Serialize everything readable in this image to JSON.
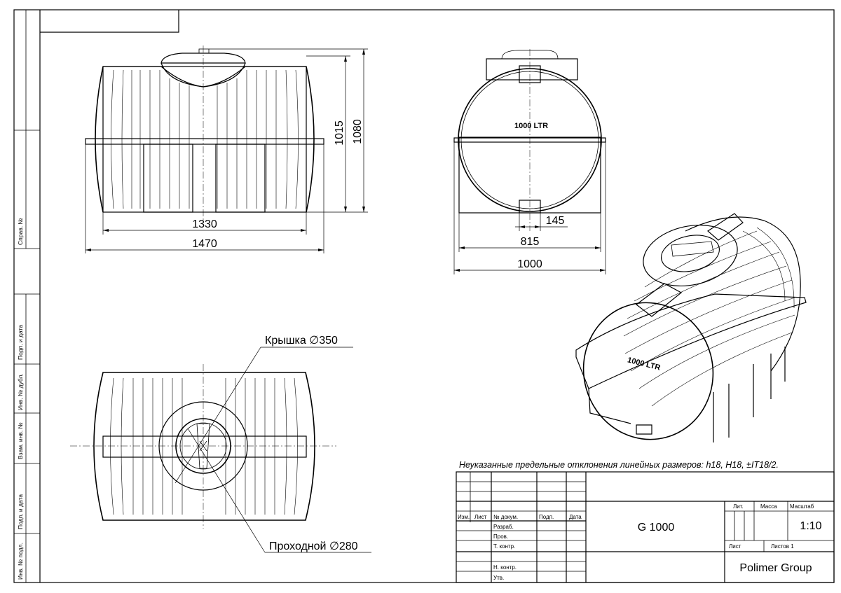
{
  "sheet_frame": {
    "side_labels": [
      "Справ. №",
      "Подп. и дата",
      "Инв. № дубл.",
      "Взам. инв. №",
      "Подп. и дата",
      "Инв. № подл."
    ]
  },
  "dimensions": {
    "side_length_inner": "1330",
    "side_length_outer": "1470",
    "height_body": "1015",
    "height_total": "1080",
    "end_foot_width": "145",
    "end_support_width": "815",
    "end_total_width": "1000"
  },
  "tank_label": "1000 LTR",
  "callouts": {
    "lid": "Крышка ∅350",
    "hatch": "Проходной ∅280"
  },
  "note": "Неуказанные предельные отклонения линейных размеров: h18, H18, ±IT18/2.",
  "title_block": {
    "col_headers": [
      "Изм.",
      "Лист",
      "№ докум.",
      "Подп.",
      "Дата"
    ],
    "roles": [
      "Разраб.",
      "Пров.",
      "Т. контр.",
      "Н. контр.",
      "Утв."
    ],
    "designation": "G 1000",
    "lit_label": "Лит.",
    "mass_label": "Масса",
    "scale_label": "Масштаб",
    "scale_value": "1:10",
    "sheet_label": "Лист",
    "sheets_label": "Листов 1",
    "company": "Polimer Group"
  }
}
